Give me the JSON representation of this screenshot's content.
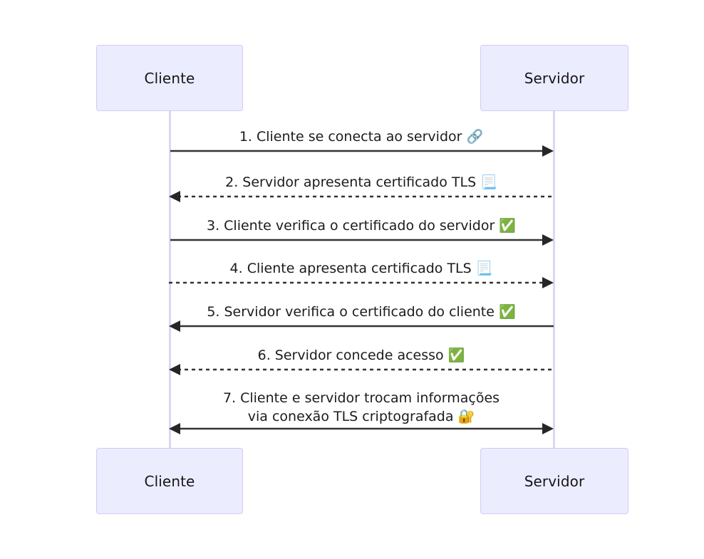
{
  "diagram": {
    "type": "sequence-diagram",
    "title": "",
    "background_color": "#ffffff",
    "participant_box_fill": "#ececff",
    "participant_box_border": "#d3cbf5",
    "lifeline_color": "#dcd6f7",
    "arrow_color": "#333333",
    "text_color": "#1b1b20"
  },
  "participants": [
    {
      "id": "cliente",
      "label": "Cliente"
    },
    {
      "id": "servidor",
      "label": "Servidor"
    }
  ],
  "participants_footer": [
    {
      "id": "cliente-footer",
      "label": "Cliente"
    },
    {
      "id": "servidor-footer",
      "label": "Servidor"
    }
  ],
  "messages": [
    {
      "number": "1.",
      "text": "1. Cliente se conecta ao servidor",
      "emoji": "🔗",
      "emoji_name": "link-icon",
      "from": "cliente",
      "to": "servidor",
      "direction": "right",
      "style": "solid"
    },
    {
      "number": "2.",
      "text": "2. Servidor apresenta certificado TLS",
      "emoji": "📃",
      "emoji_name": "certificate-icon",
      "from": "servidor",
      "to": "cliente",
      "direction": "left",
      "style": "dashed"
    },
    {
      "number": "3.",
      "text": "3. Cliente verifica o certificado do servidor",
      "emoji": "✅",
      "emoji_name": "check-mark-icon",
      "from": "cliente",
      "to": "servidor",
      "direction": "right",
      "style": "solid"
    },
    {
      "number": "4.",
      "text": "4. Cliente apresenta certificado TLS",
      "emoji": "📃",
      "emoji_name": "certificate-icon",
      "from": "cliente",
      "to": "servidor",
      "direction": "right",
      "style": "dashed"
    },
    {
      "number": "5.",
      "text": "5. Servidor verifica o certificado do cliente",
      "emoji": "✅",
      "emoji_name": "check-mark-icon",
      "from": "servidor",
      "to": "cliente",
      "direction": "left",
      "style": "solid"
    },
    {
      "number": "6.",
      "text": "6. Servidor concede acesso",
      "emoji": "✅",
      "emoji_name": "check-mark-icon",
      "from": "servidor",
      "to": "cliente",
      "direction": "left",
      "style": "dashed"
    },
    {
      "number": "7.",
      "text_line1": "7. Cliente e servidor trocam informações",
      "text_line2": "via conexão TLS criptografada",
      "emoji": "🔐",
      "emoji_name": "locked-with-key-icon",
      "from": "cliente",
      "to": "servidor",
      "direction": "both",
      "style": "solid"
    }
  ]
}
